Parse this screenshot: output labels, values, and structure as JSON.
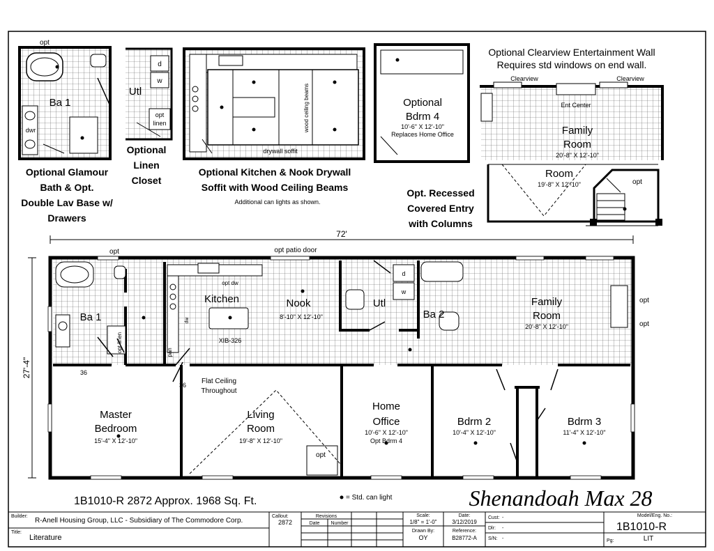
{
  "options": {
    "glamour_bath": {
      "opt": "opt",
      "room": "Ba 1",
      "dwr": "dwr",
      "caption": [
        "Optional Glamour",
        "Bath & Opt.",
        "Double Lav Base w/",
        "Drawers"
      ]
    },
    "linen_closet": {
      "room": "Utl",
      "d": "d",
      "w": "w",
      "opt": "opt",
      "linen": "linen",
      "caption": [
        "Optional",
        "Linen",
        "Closet"
      ]
    },
    "kitchen_soffit": {
      "beams": "wood ceiling beams",
      "soffit": "drywall soffit",
      "caption": [
        "Optional Kitchen & Nook Drywall",
        "Soffit with Wood Ceiling Beams"
      ],
      "note": "Additional can lights as shown."
    },
    "bedroom4": {
      "name": [
        "Optional",
        "Bdrm 4"
      ],
      "size": "10'-6\" X 12'-10\"",
      "note": "Replaces Home Office"
    },
    "ent_wall": {
      "caption": [
        "Optional Clearview Entertainment Wall",
        "Requires std windows on end wall."
      ],
      "clearview_left": "Clearview",
      "clearview_right": "Clearview",
      "ent_center": "Ent Center",
      "room": [
        "Family",
        "Room"
      ],
      "size": "20'-8\" X 12'-10\""
    },
    "recessed_entry": {
      "room": "Room",
      "size": "19'-8\" X 12'-10\"",
      "opt": "opt",
      "caption": [
        "Opt. Recessed",
        "Covered Entry",
        "with Columns"
      ]
    }
  },
  "plan": {
    "width_dim": "72'",
    "depth_dim": "27'-4\"",
    "opt_top": "opt",
    "patio": "opt patio door",
    "ba1": "Ba 1",
    "opt_linen": "opt linen",
    "dim36a": "36",
    "dim36b": "36",
    "pan": "pan",
    "dw": "dw",
    "opt_dw": "opt dw",
    "kitchen": "Kitchen",
    "island": "XIB-326",
    "nook": "Nook",
    "nook_size": "8'-10\" X 12'-10\"",
    "utl": "Utl",
    "d": "d",
    "w": "w",
    "ba2": "Ba 2",
    "family": [
      "Family",
      "Room"
    ],
    "family_size": "20'-8\" X 12'-10\"",
    "opt_r1": "opt",
    "opt_r2": "opt",
    "flat_ceiling": [
      "Flat Ceiling",
      "Throughout"
    ],
    "master": [
      "Master",
      "Bedroom"
    ],
    "master_size": "15'-4\" X 12'-10\"",
    "living": [
      "Living",
      "Room"
    ],
    "living_size": "19'-8\" X 12'-10\"",
    "opt_entry": "opt",
    "office": [
      "Home",
      "Office"
    ],
    "office_size": "10'-6\" X 12'-10\"",
    "office_opt": "Opt Bdrm 4",
    "bdrm2": "Bdrm 2",
    "bdrm2_size": "10'-4\" X 12'-10\"",
    "bdrm3": "Bdrm 3",
    "bdrm3_size": "11'-4\" X 12'-10\""
  },
  "footer": {
    "model_line": "1B1010-R 2872  Approx. 1968 Sq. Ft.",
    "legend": "= Std. can light",
    "title_script": "Shenandoah Max 28"
  },
  "titleblock": {
    "builder_label": "Builder:",
    "builder": "R-Anell Housing Group, LLC - Subsidiary of The Commodore Corp.",
    "title_label": "Title:",
    "title": "Literature",
    "callout_label": "Callout:",
    "callout": "2872",
    "revisions_label": "Revisions",
    "date_label": "Date",
    "number_label": "Number",
    "scale_label": "Scale:",
    "scale": "1/8\" = 1'-0\"",
    "date2_label": "Date:",
    "date2": "3/12/2019",
    "drawn_label": "Drawn By:",
    "drawn": "OY",
    "ref_label": "Reference:",
    "ref": "B28772-A",
    "cust_label": "Cust:",
    "cust": "-",
    "dlr_label": "Dlr:",
    "dlr": "-",
    "sn_label": "S/N:",
    "sn": "-",
    "model_label": "Model/Eng. No.:",
    "model": "1B1010-R",
    "pg_label": "Pg:",
    "pg": "LIT"
  }
}
